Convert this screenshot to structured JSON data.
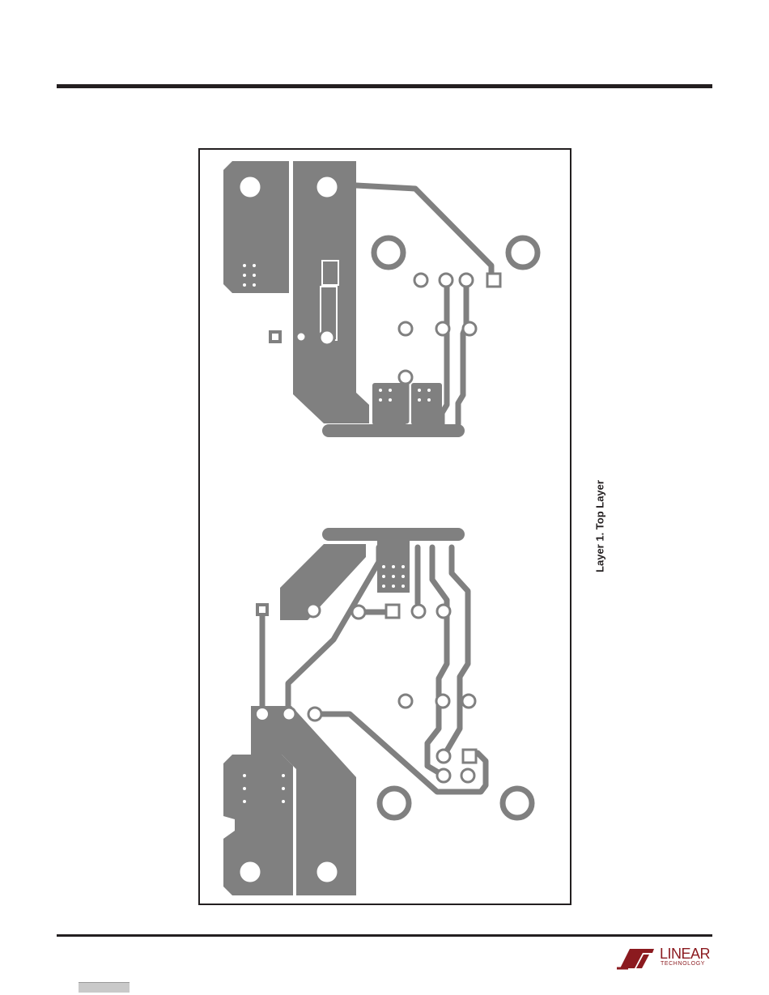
{
  "figure": {
    "caption": "Layer 1. Top Layer"
  },
  "logo": {
    "word": "LINEAR",
    "sub": "TECHNOLOGY"
  },
  "colors": {
    "copper": "#808080",
    "ink": "#231f20",
    "brand": "#8b1a1f"
  }
}
